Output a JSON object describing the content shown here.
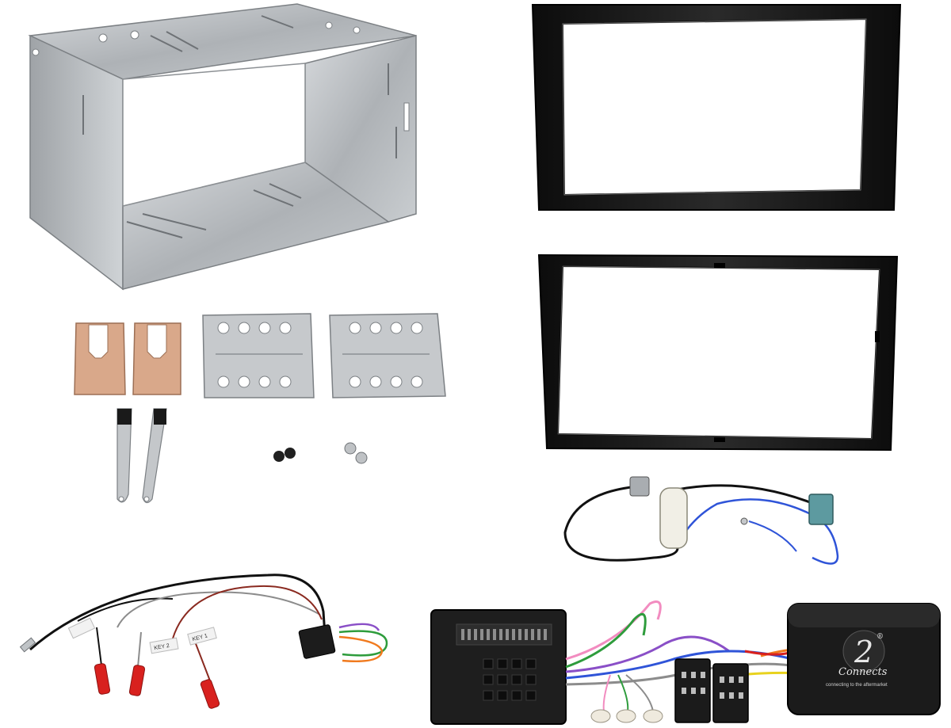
{
  "scene": {
    "background": "#ffffff",
    "parts": [
      {
        "name": "metal-cage",
        "icon": "metal-cage-icon"
      },
      {
        "name": "fascia-outer",
        "icon": "fascia-frame-icon"
      },
      {
        "name": "fascia-inner",
        "icon": "fascia-frame-icon"
      },
      {
        "name": "copper-clips",
        "icon": "clip-icon"
      },
      {
        "name": "side-brackets",
        "icon": "bracket-icon"
      },
      {
        "name": "release-keys",
        "icon": "key-icon"
      },
      {
        "name": "screws",
        "icon": "screw-icon"
      },
      {
        "name": "antenna-adapter",
        "icon": "antenna-cable-icon"
      },
      {
        "name": "steering-patch-lead",
        "icon": "patch-lead-icon"
      },
      {
        "name": "steering-interface",
        "icon": "interface-box-icon"
      }
    ]
  },
  "labels": {
    "key1": "KEY 1",
    "key2": "KEY 2",
    "brand_mark": "2",
    "brand_name": "Connects",
    "brand_reg": "®",
    "brand_tagline": "connecting to the aftermarket"
  },
  "colors": {
    "metal": "#bfc3c6",
    "metal_dark": "#8c9094",
    "fascia": "#161616",
    "copper": "#d9a88a",
    "red_plug": "#d8211e",
    "blue_wire": "#2f54d8",
    "green_wire": "#2e9c3c",
    "orange_wire": "#f07a1e",
    "purple_wire": "#8a4fc7",
    "pink_wire": "#f28cc0",
    "antenna_green": "#5d9aa0"
  }
}
